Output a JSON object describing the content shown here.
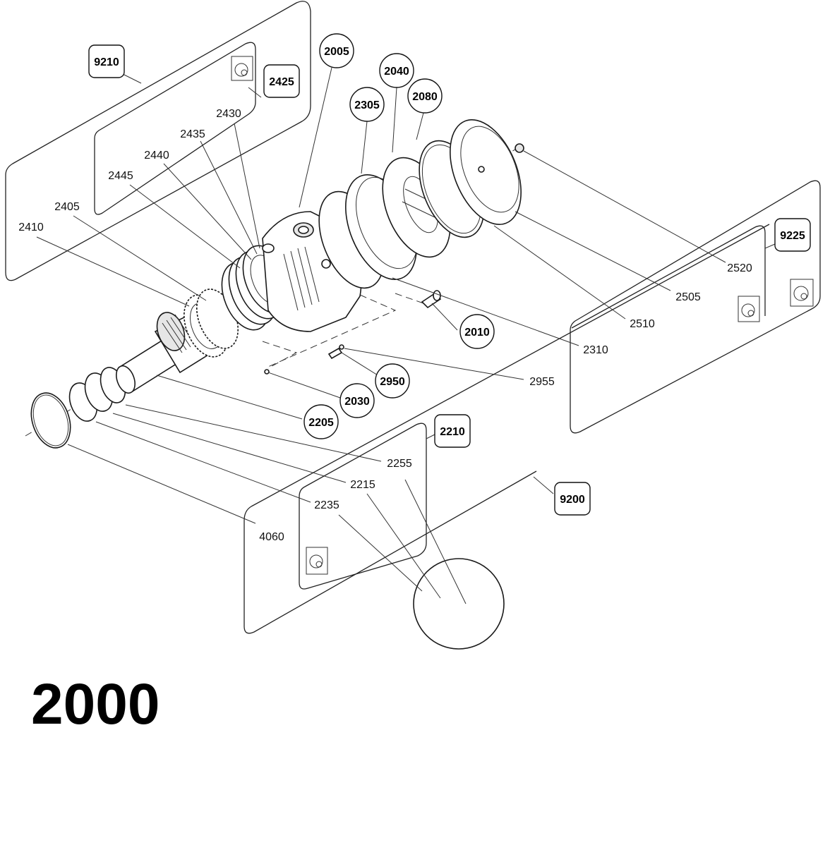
{
  "assembly_number": "2000",
  "callouts": {
    "c9210": "9210",
    "c2425": "2425",
    "c2005": "2005",
    "c2040": "2040",
    "c2305": "2305",
    "c2080": "2080",
    "c9225": "9225",
    "c2010": "2010",
    "c2950": "2950",
    "c2030": "2030",
    "c2205": "2205",
    "c2210": "2210",
    "c9200": "9200",
    "c2430": "2430",
    "c2435": "2435",
    "c2440": "2440",
    "c2445": "2445",
    "c2405": "2405",
    "c2410": "2410",
    "c2520": "2520",
    "c2505": "2505",
    "c2510": "2510",
    "c2310": "2310",
    "c2955": "2955",
    "c2255": "2255",
    "c2215": "2215",
    "c2235": "2235",
    "c4060": "4060"
  }
}
